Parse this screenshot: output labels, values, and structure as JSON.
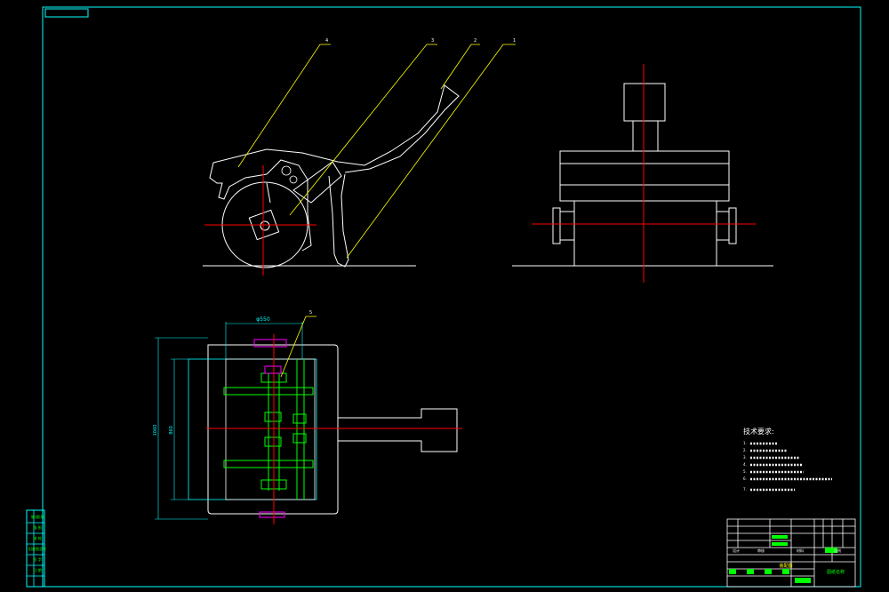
{
  "colors": {
    "background": "#000000",
    "frame": "#00ffff",
    "outline": "#ffffff",
    "leader": "#ffff00",
    "centerline": "#ff0000",
    "dimension": "#00ffff",
    "section": "#00ff00",
    "part": "#ff00ff"
  },
  "callouts": {
    "c1": "1",
    "c2": "2",
    "c3": "3",
    "c4": "4",
    "c5": "5"
  },
  "dimensions": {
    "wheel_diameter": "φ550",
    "vertical_1": "1060",
    "vertical_2": "860"
  },
  "tech_requirements": {
    "title": "技术要求:",
    "items": [
      "1.",
      "2.",
      "3.",
      "4.",
      "5.",
      "6.",
      "7."
    ]
  },
  "title_block": {
    "designer": "设计",
    "checker": "审核",
    "material": "材料",
    "scale": "比例",
    "drawing_name": "装配图",
    "school": "图纸名称"
  },
  "side_strip": {
    "items": [
      "借(通)用",
      "描 图",
      "描 校",
      "旧底图总号",
      "签 字",
      "日 期"
    ]
  }
}
